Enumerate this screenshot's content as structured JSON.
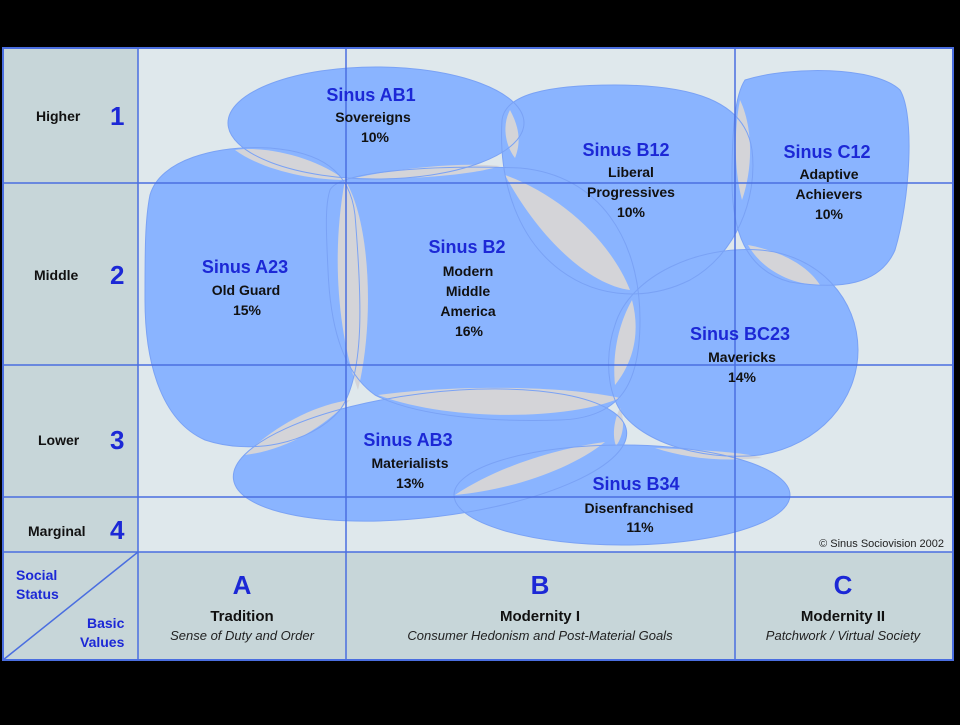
{
  "colors": {
    "background": "#000000",
    "field": "#dfe8ec",
    "header": "#c7d6d9",
    "grid": "#4a6ee0",
    "segment_fill": "#8ab4ff",
    "overlap": "#d4d4d8",
    "accent": "#1c28d6"
  },
  "rows": [
    {
      "label": "Higher",
      "number": "1"
    },
    {
      "label": "Middle",
      "number": "2"
    },
    {
      "label": "Lower",
      "number": "3"
    },
    {
      "label": "Marginal",
      "number": "4"
    }
  ],
  "columns": [
    {
      "letter": "A",
      "name": "Tradition",
      "sub": "Sense of Duty and Order"
    },
    {
      "letter": "B",
      "name": "Modernity I",
      "sub": "Consumer Hedonism and Post-Material Goals"
    },
    {
      "letter": "C",
      "name": "Modernity II",
      "sub": "Patchwork / Virtual Society"
    }
  ],
  "corner": {
    "top_line1": "Social",
    "top_line2": "Status",
    "bottom_line1": "Basic",
    "bottom_line2": "Values"
  },
  "segments": [
    {
      "id": "AB1",
      "name": "Sinus AB1",
      "lines": [
        "Sovereigns"
      ],
      "pct": "10%"
    },
    {
      "id": "B12",
      "name": "Sinus B12",
      "lines": [
        "Liberal",
        "Progressives"
      ],
      "pct": "10%"
    },
    {
      "id": "C12",
      "name": "Sinus C12",
      "lines": [
        "Adaptive",
        "Achievers"
      ],
      "pct": "10%"
    },
    {
      "id": "A23",
      "name": "Sinus A23",
      "lines": [
        "Old Guard"
      ],
      "pct": "15%"
    },
    {
      "id": "B2",
      "name": "Sinus B2",
      "lines": [
        "Modern",
        "Middle",
        "America"
      ],
      "pct": "16%"
    },
    {
      "id": "BC23",
      "name": "Sinus BC23",
      "lines": [
        "Mavericks"
      ],
      "pct": "14%"
    },
    {
      "id": "AB3",
      "name": "Sinus AB3",
      "lines": [
        "Materialists"
      ],
      "pct": "13%"
    },
    {
      "id": "B34",
      "name": "Sinus B34",
      "lines": [
        "Disenfranchised"
      ],
      "pct": "11%"
    }
  ],
  "copyright": "© Sinus Sociovision 2002"
}
